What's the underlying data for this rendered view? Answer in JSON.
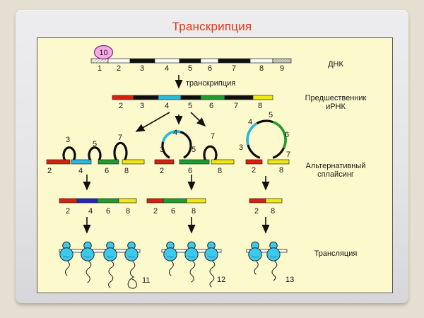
{
  "title": {
    "text": "Транскрипция"
  },
  "labels": {
    "transcription": "транскрипция",
    "marker": "10",
    "dna": "ДНК",
    "pre_mrna_line1": "Предшественник",
    "pre_mrna_line2": "иРНК",
    "splicing_line1": "Альтернативный",
    "splicing_line2": "сплайсинг",
    "translation": "Трансляция"
  },
  "dna_numbers": [
    "1",
    "2",
    "3",
    "4",
    "5",
    "6",
    "7",
    "8",
    "9"
  ],
  "pre_mrna_numbers": [
    "2",
    "3",
    "4",
    "5",
    "6",
    "7",
    "8"
  ],
  "variants": [
    {
      "loop_labels": [
        "3",
        "5",
        "7"
      ],
      "exon_labels": [
        "2",
        "4",
        "6",
        "8"
      ],
      "mrna_labels": [
        "2",
        "4",
        "6",
        "8"
      ],
      "product_label": "11",
      "ribosome_count": 4
    },
    {
      "loop_labels": [
        "3",
        "4",
        "5",
        "7"
      ],
      "exon_labels": [
        "2",
        "6",
        "8"
      ],
      "mrna_labels": [
        "2",
        "6",
        "8"
      ],
      "product_label": "12",
      "ribosome_count": 3
    },
    {
      "loop_labels": [
        "3",
        "4",
        "5",
        "6",
        "7"
      ],
      "exon_labels": [
        "2",
        "8"
      ],
      "mrna_labels": [
        "2",
        "8"
      ],
      "product_label": "13",
      "ribosome_count": 2
    }
  ],
  "colors": {
    "background": "#e5dfd1",
    "slide": "#e6e6e8",
    "diagram_bg": "#fcfacd",
    "title": "#e93412",
    "exon_red": "#d8200f",
    "exon_cyan": "#29b9dc",
    "exon_blue": "#2026c4",
    "exon_green": "#1f9c30",
    "exon_yellow": "#f0e812",
    "intron_black": "#101010",
    "ribosome": "#3cc9ee",
    "marker_fill": "#f4abe4",
    "marker_stroke": "#7c2b7c"
  }
}
